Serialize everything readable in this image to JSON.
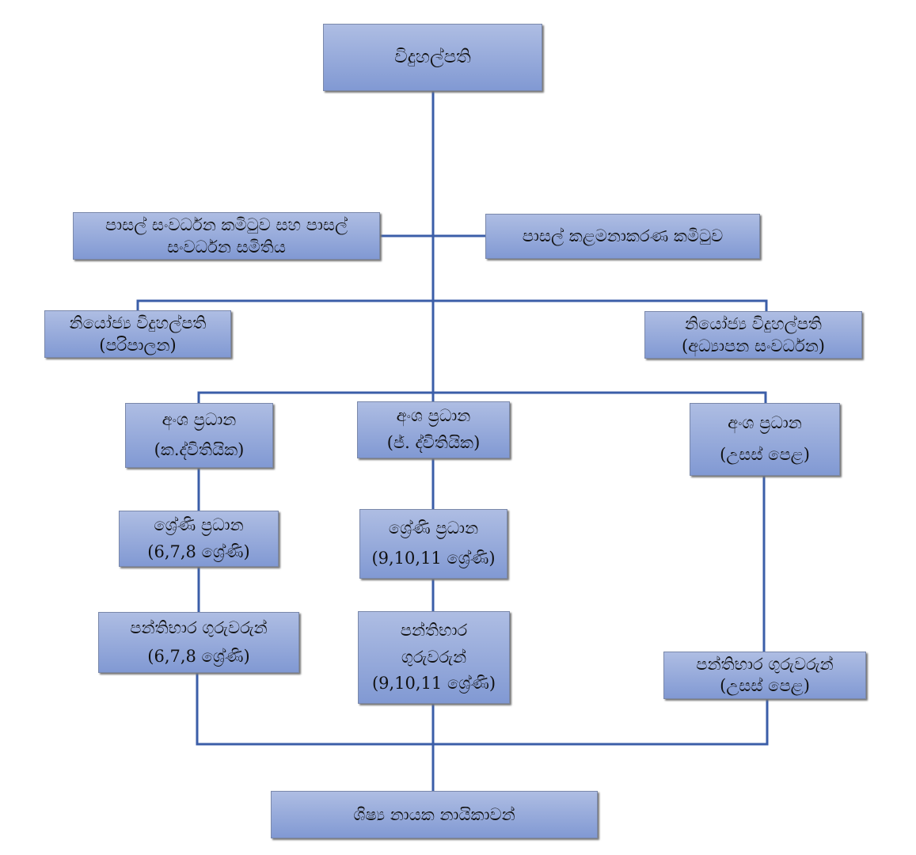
{
  "nodes": {
    "principal": {
      "lines": [
        "විදුහල්පති"
      ]
    },
    "dev_committee": {
      "lines": [
        "පාසල් සංවර්ධන කමිටුව සහ පාසල්",
        "සංවර්ධන සමිතිය"
      ]
    },
    "mgmt_committee": {
      "lines": [
        "පාසල් කළමනාකරණ කමිටුව"
      ]
    },
    "deputy_admin": {
      "lines": [
        "නියෝජ්‍ය විදුහල්පති",
        "(පරිපාලන)"
      ]
    },
    "deputy_edu": {
      "lines": [
        "නියෝජ්‍ය විදුහල්පති",
        "(අධ්‍යාපන සංවර්ධන)"
      ]
    },
    "section_junior": {
      "lines": [
        "අංශ ප්‍රධාන",
        "(ක.ද්විතියික)"
      ]
    },
    "section_senior": {
      "lines": [
        "අංශ ප්‍රධාන",
        "(ජ්. ද්විතියික)"
      ]
    },
    "section_advanced": {
      "lines": [
        "අංශ ප්‍රධාන",
        "(උසස් පෙළ)"
      ]
    },
    "grade_head_678": {
      "lines": [
        "ශ්‍රේණි ප්‍රධාන",
        "(6,7,8 ශ්‍රේණි)"
      ]
    },
    "grade_head_91011": {
      "lines": [
        "ශ්‍රේණි ප්‍රධාන",
        "(9,10,11 ශ්‍රේණි)"
      ]
    },
    "class_teachers_678": {
      "lines": [
        "පන්තිභාර ගුරුවරුන්",
        "(6,7,8 ශ්‍රේණි)"
      ]
    },
    "class_teachers_91011": {
      "lines": [
        "පන්තිභාර",
        "ගුරුවරුන්",
        "(9,10,11 ශ්‍රේණි)"
      ]
    },
    "class_teachers_al": {
      "lines": [
        "පන්තිභාර ගුරුවරුන්",
        "(උසස් පෙළ)"
      ]
    },
    "prefects": {
      "lines": [
        "ශිෂ්‍ය නායක නායිකාවන්"
      ]
    }
  },
  "colors": {
    "connector": "#3b5ea8"
  }
}
